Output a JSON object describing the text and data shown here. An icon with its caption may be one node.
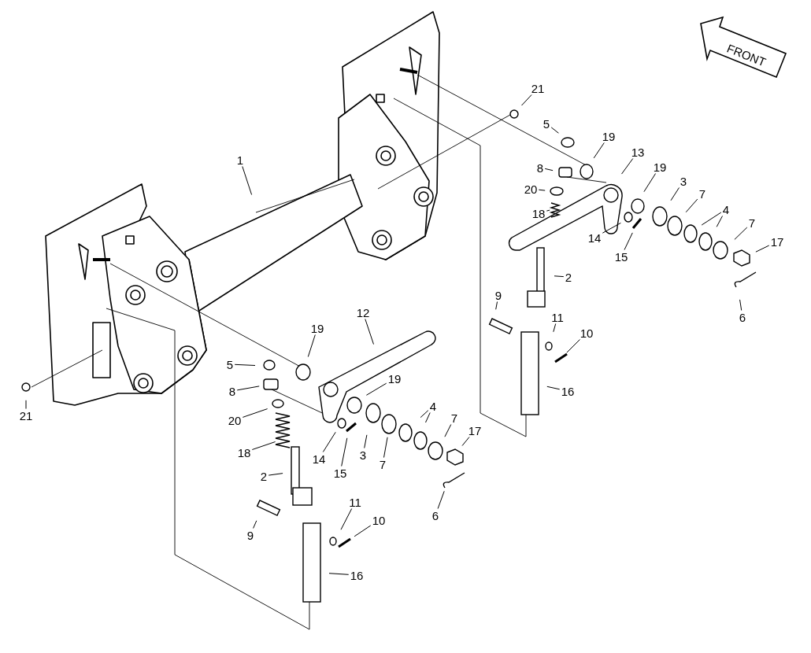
{
  "diagram": {
    "nodes": [
      {
        "text": [
          "21"
        ]
      },
      {
        "text": [
          "5"
        ]
      },
      {
        "text": [
          "19"
        ]
      },
      {
        "text": [
          "13"
        ]
      },
      {
        "text": [
          "1"
        ]
      },
      {
        "text": [
          "8"
        ]
      },
      {
        "text": [
          "19"
        ]
      },
      {
        "text": [
          "20"
        ]
      },
      {
        "text": [
          "3"
        ]
      },
      {
        "text": [
          "7"
        ]
      },
      {
        "text": [
          "18"
        ]
      },
      {
        "text": [
          "4"
        ]
      },
      {
        "text": [
          "7"
        ]
      },
      {
        "text": [
          "14"
        ]
      },
      {
        "text": [
          "15"
        ]
      },
      {
        "text": [
          "17"
        ]
      },
      {
        "text": [
          "2"
        ]
      },
      {
        "text": [
          "12"
        ]
      },
      {
        "text": [
          "9"
        ]
      },
      {
        "text": [
          "6"
        ]
      },
      {
        "text": [
          "19"
        ]
      },
      {
        "text": [
          "11"
        ]
      },
      {
        "text": [
          "10"
        ]
      },
      {
        "text": [
          "5"
        ]
      },
      {
        "text": [
          "19"
        ]
      },
      {
        "text": [
          "8"
        ]
      },
      {
        "text": [
          "16"
        ]
      },
      {
        "text": [
          "4"
        ]
      },
      {
        "text": [
          "21"
        ]
      },
      {
        "text": [
          "20"
        ]
      },
      {
        "text": [
          "7"
        ]
      },
      {
        "text": [
          "17"
        ]
      },
      {
        "text": [
          "18"
        ]
      },
      {
        "text": [
          "3"
        ]
      },
      {
        "text": [
          "14"
        ]
      },
      {
        "text": [
          "7"
        ]
      },
      {
        "text": [
          "15"
        ]
      },
      {
        "text": [
          "2"
        ]
      },
      {
        "text": [
          "6"
        ]
      },
      {
        "text": [
          "11"
        ]
      },
      {
        "text": [
          "10"
        ]
      },
      {
        "text": [
          "9"
        ]
      },
      {
        "text": [
          "16"
        ]
      }
    ],
    "edges": [
      {
        "from": 0,
        "to": null,
        "arrow": "none"
      },
      {
        "from": 1,
        "to": null,
        "arrow": "none"
      },
      {
        "from": 2,
        "to": null,
        "arrow": "none"
      },
      {
        "from": 3,
        "to": null,
        "arrow": "none"
      },
      {
        "from": 4,
        "to": null,
        "arrow": "none"
      },
      {
        "from": 5,
        "to": null,
        "arrow": "none"
      },
      {
        "from": 6,
        "to": null,
        "arrow": "none"
      },
      {
        "from": 7,
        "to": null,
        "arrow": "none"
      },
      {
        "from": 8,
        "to": null,
        "arrow": "none"
      },
      {
        "from": 9,
        "to": null,
        "arrow": "none"
      },
      {
        "from": 10,
        "to": null,
        "arrow": "none"
      },
      {
        "from": 11,
        "to": null,
        "arrow": "none"
      },
      {
        "from": 11,
        "to": null,
        "arrow": "none"
      },
      {
        "from": 12,
        "to": null,
        "arrow": "none"
      },
      {
        "from": 13,
        "to": null,
        "arrow": "none"
      },
      {
        "from": 14,
        "to": null,
        "arrow": "none"
      },
      {
        "from": 15,
        "to": null,
        "arrow": "none"
      },
      {
        "from": 16,
        "to": null,
        "arrow": "none"
      },
      {
        "from": 17,
        "to": null,
        "arrow": "none"
      },
      {
        "from": 18,
        "to": null,
        "arrow": "none"
      },
      {
        "from": 19,
        "to": null,
        "arrow": "none"
      },
      {
        "from": 20,
        "to": null,
        "arrow": "none"
      },
      {
        "from": 21,
        "to": null,
        "arrow": "none"
      },
      {
        "from": 22,
        "to": null,
        "arrow": "none"
      },
      {
        "from": 23,
        "to": null,
        "arrow": "none"
      },
      {
        "from": 24,
        "to": null,
        "arrow": "none"
      },
      {
        "from": 25,
        "to": null,
        "arrow": "none"
      },
      {
        "from": 26,
        "to": null,
        "arrow": "none"
      },
      {
        "from": 27,
        "to": null,
        "arrow": "none"
      },
      {
        "from": 27,
        "to": null,
        "arrow": "none"
      },
      {
        "from": 28,
        "to": null,
        "arrow": "none"
      },
      {
        "from": 29,
        "to": null,
        "arrow": "none"
      },
      {
        "from": 30,
        "to": null,
        "arrow": "none"
      },
      {
        "from": 31,
        "to": null,
        "arrow": "none"
      },
      {
        "from": 32,
        "to": null,
        "arrow": "none"
      },
      {
        "from": 33,
        "to": null,
        "arrow": "none"
      },
      {
        "from": 34,
        "to": null,
        "arrow": "none"
      },
      {
        "from": 35,
        "to": null,
        "arrow": "none"
      },
      {
        "from": 36,
        "to": null,
        "arrow": "none"
      },
      {
        "from": 37,
        "to": null,
        "arrow": "none"
      },
      {
        "from": 38,
        "to": null,
        "arrow": "none"
      },
      {
        "from": 39,
        "to": null,
        "arrow": "none"
      },
      {
        "from": 40,
        "to": null,
        "arrow": "none"
      },
      {
        "from": 41,
        "to": null,
        "arrow": "none"
      },
      {
        "from": 42,
        "to": null,
        "arrow": "none"
      }
    ],
    "labels": [
      "FRONT"
    ]
  }
}
